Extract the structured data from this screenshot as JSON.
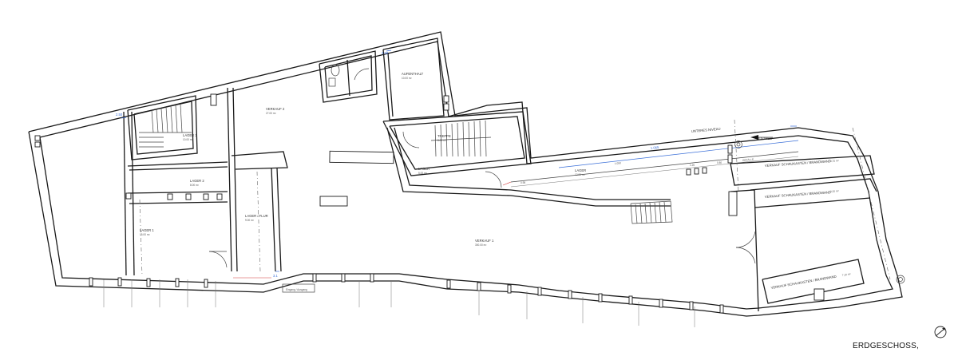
{
  "drawing": {
    "title": "ERDGESCHOSS,"
  },
  "rooms": [
    {
      "id": "lager1",
      "name": "LAGER 1",
      "area": "15.00 m²"
    },
    {
      "id": "lager2",
      "name": "LAGER 2",
      "area": "8.00 m²"
    },
    {
      "id": "lager3",
      "name": "LAGER 3",
      "area": "10.00 m²"
    },
    {
      "id": "verkauf2",
      "name": "VERKAUF 2",
      "area": "27.00 m²"
    },
    {
      "id": "verkauf1",
      "name": "VERKAUF 1",
      "area": "300.00 m²"
    },
    {
      "id": "aufenthalt",
      "name": "AUFENTHALT",
      "area": "10.00 m²"
    },
    {
      "id": "lager_flur",
      "name": "LAGER / FLUR",
      "area": "9.00 m²"
    },
    {
      "id": "treppe",
      "name": "TREPPE",
      "area": "8.00 m²"
    },
    {
      "id": "lager_links",
      "name": "LAGER",
      "area": "5.00 m²"
    },
    {
      "id": "lager_mitte",
      "name": "LAGER",
      "area": "12.00 m²"
    },
    {
      "id": "entree",
      "name": "ENTREE",
      "area": ""
    },
    {
      "id": "reg1",
      "name": "VERKAUF SCHAUKASTEN / BRANDWAND",
      "area": "3,70 m²"
    },
    {
      "id": "reg2",
      "name": "VERKAUF SCHAUKASTEN / BRANDWAND",
      "area": "3,20 m²"
    },
    {
      "id": "reg3",
      "name": "VERKAUF SCHAUKASTEN / BRANDWAND",
      "area": "7,10 m²"
    }
  ],
  "annotations": {
    "entrance_note": "Eingang / Ausgang",
    "gallery_label": "UNTERES NIVEAU",
    "dim_main": "1.050",
    "dim_upper": "1.065",
    "dim_small_1": "1.20",
    "dim_small_2": "0.80",
    "dim_small_3": "0.95",
    "blue_marks": [
      "2.50",
      "2.50",
      "3.1"
    ],
    "grade_note": "GEFÄLLE"
  },
  "compass": {
    "icon": "north-arrow-icon"
  }
}
